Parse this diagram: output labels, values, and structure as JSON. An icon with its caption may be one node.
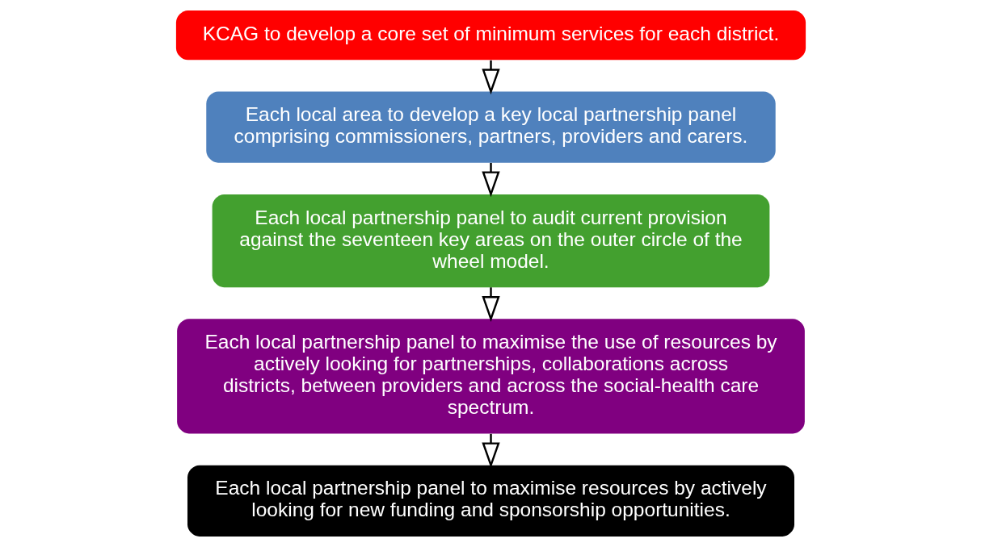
{
  "diagram": {
    "nodes": [
      {
        "text": [
          "KCAG to develop a core set of minimum services for each district."
        ]
      },
      {
        "text": [
          "Each local area to develop a key local partnership panel comprising commissioners, partners, providers and carers."
        ]
      },
      {
        "text": [
          "Each local partnership panel to audit current provision against the seventeen key areas on the outer circle of the wheel model."
        ]
      },
      {
        "text": [
          "Each local partnership panel to maximise the use of resources by actively looking for partnerships, collaborations across districts, between providers and across the social-health care spectrum."
        ]
      },
      {
        "text": [
          "Each local partnership panel to maximise resources by actively looking for new funding and sponsorship opportunities."
        ]
      }
    ],
    "edges": [
      {
        "from": 0,
        "to": 1,
        "arrow": "to"
      },
      {
        "from": 1,
        "to": 2,
        "arrow": "to"
      },
      {
        "from": 2,
        "to": 3,
        "arrow": "to"
      },
      {
        "from": 3,
        "to": 4,
        "arrow": "to"
      }
    ]
  }
}
